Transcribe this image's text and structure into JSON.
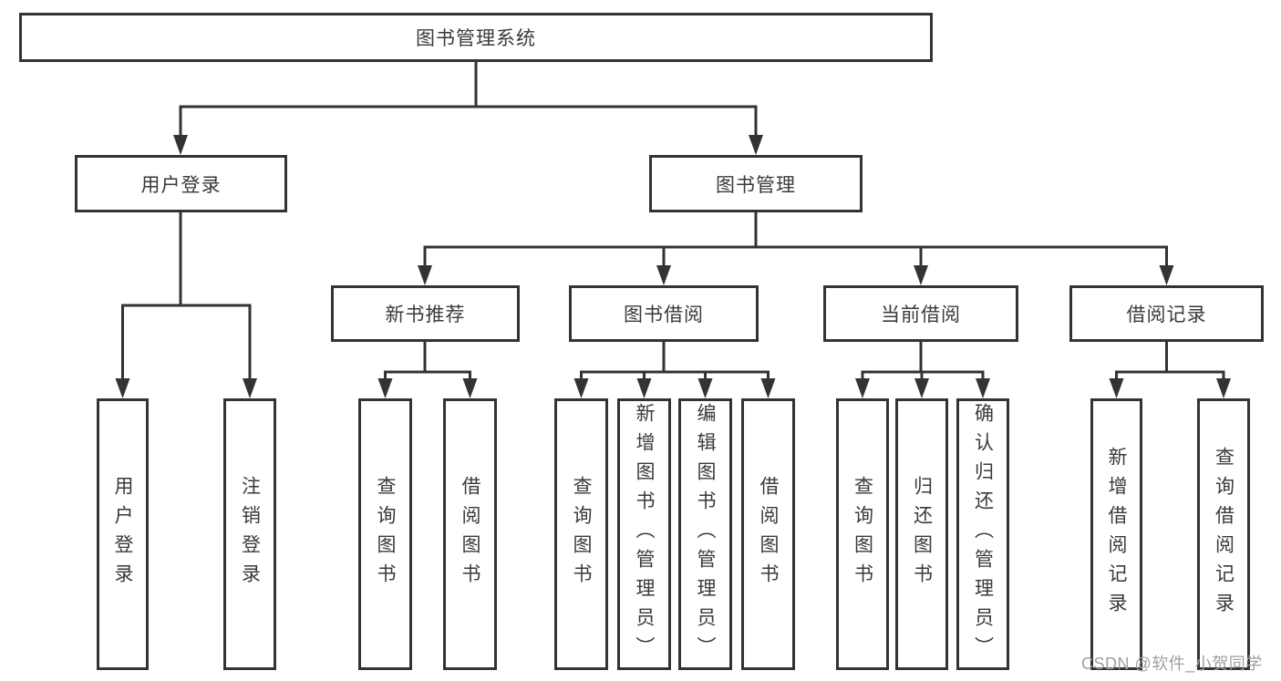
{
  "diagram": {
    "type": "hierarchy-tree",
    "colors": {
      "background": "#ffffff",
      "box_border": "#333333",
      "connector_line": "#333333",
      "text": "#3a3a3a",
      "watermark_text": "#a0a0a0"
    },
    "root": {
      "label": "图书管理系统",
      "children": [
        {
          "label": "用户登录",
          "children": [
            {
              "label": "用户登录"
            },
            {
              "label": "注销登录"
            }
          ]
        },
        {
          "label": "图书管理",
          "children": [
            {
              "label": "新书推荐",
              "children": [
                {
                  "label": "查询图书"
                },
                {
                  "label": "借阅图书"
                }
              ]
            },
            {
              "label": "图书借阅",
              "children": [
                {
                  "label": "查询图书"
                },
                {
                  "label": "新增图书（管理员）"
                },
                {
                  "label": "编辑图书（管理员）"
                },
                {
                  "label": "借阅图书"
                }
              ]
            },
            {
              "label": "当前借阅",
              "children": [
                {
                  "label": "查询图书"
                },
                {
                  "label": "归还图书"
                },
                {
                  "label": "确认归还（管理员）"
                }
              ]
            },
            {
              "label": "借阅记录",
              "children": [
                {
                  "label": "新增借阅记录"
                },
                {
                  "label": "查询借阅记录"
                }
              ]
            }
          ]
        }
      ]
    }
  },
  "watermark": {
    "text": "CSDN @软件_小贺同学"
  }
}
